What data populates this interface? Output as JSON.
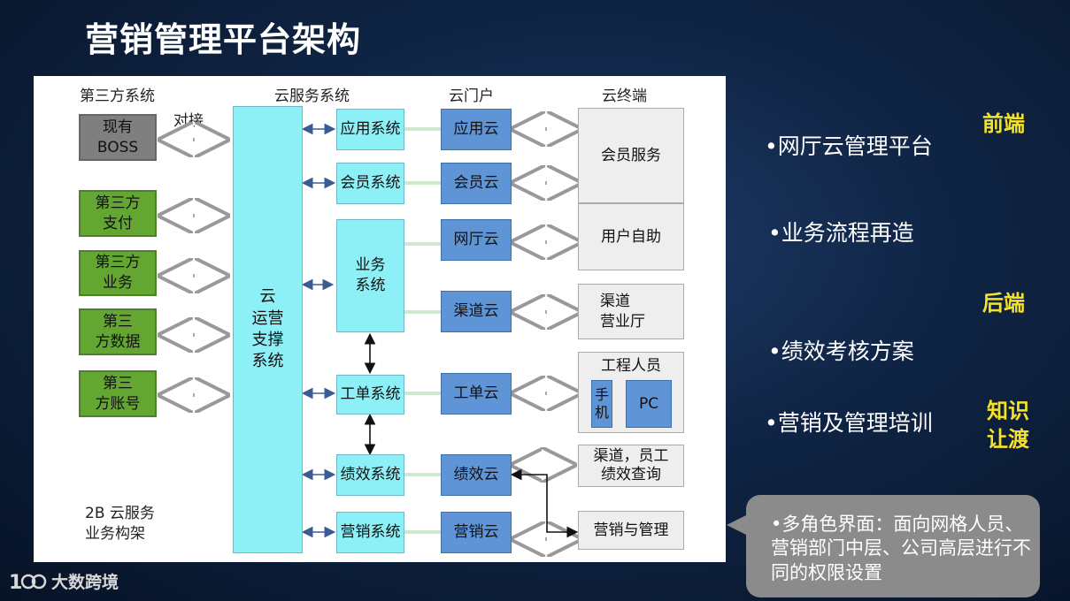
{
  "title": "营销管理平台架构",
  "diagram": {
    "columns": {
      "third_party": "第三方系统",
      "cloud_service": "云服务系统",
      "cloud_portal": "云门户",
      "cloud_terminal": "云终端"
    },
    "connector_label": "对接",
    "third_party_boxes": [
      "现有\nBOSS",
      "第三方\n支付",
      "第三方\n业务",
      "第三\n方数据",
      "第三\n方账号"
    ],
    "support_system": "云\n运营\n支撑\n系统",
    "systems": [
      "应用系统",
      "会员系统",
      "业务\n系统",
      "工单系统",
      "绩效系统",
      "营销系统"
    ],
    "portals": [
      "应用云",
      "会员云",
      "网厅云",
      "渠道云",
      "工单云",
      "绩效云",
      "营销云"
    ],
    "terminals": {
      "member_service": "会员服务",
      "user_self_service": "用户自助",
      "channel_hall": "渠道\n营业厅",
      "engineer": "工程人员",
      "mobile": "手\n机",
      "pc": "PC",
      "channel_staff_query": "渠道，员工\n绩效查询",
      "marketing_mgmt": "营销与管理"
    },
    "footnote": "2B 云服务\n业务构架"
  },
  "bullets": [
    "•网厅云管理平台",
    "•业务流程再造",
    "•绩效考核方案",
    "•营销及管理培训"
  ],
  "tags": {
    "front": "前端",
    "back": "后端",
    "knowledge": "知识\n让渡"
  },
  "callout": "•多角色界面：面向网格人员、营销部门中层、公司高层进行不同的权限设置",
  "logo_text": "大数跨境",
  "colors": {
    "third_party_gray": "#7f7f7f",
    "third_party_green": "#64a632",
    "system_cyan": "#8ef0f7",
    "portal_blue": "#5f95d6",
    "terminal_gray": "#eeeeee",
    "tag_yellow": "#f5e12a"
  }
}
